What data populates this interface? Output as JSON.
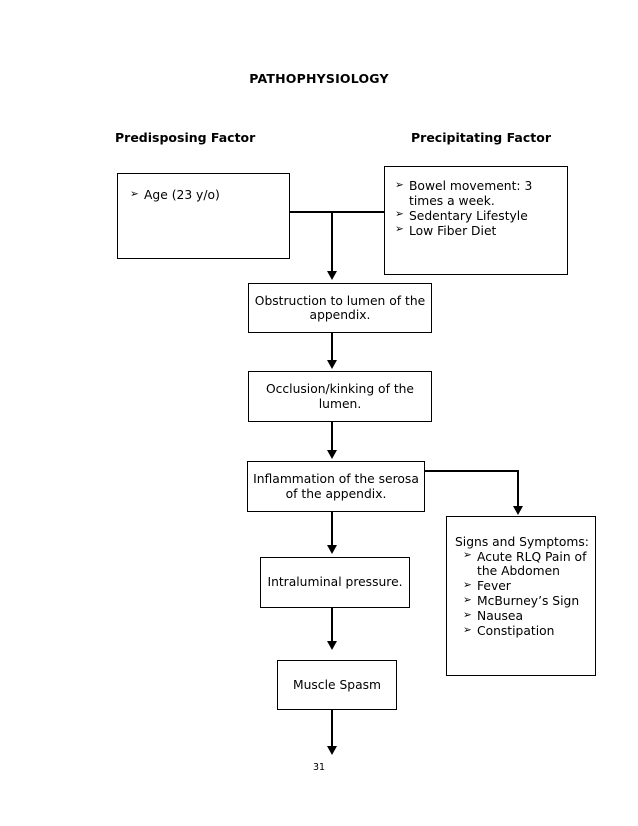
{
  "document": {
    "title": "PATHOPHYSIOLOGY",
    "page_number": "31"
  },
  "columns": {
    "left_header": "Predisposing Factor",
    "right_header": "Precipitating Factor"
  },
  "nodes": {
    "predisposing": {
      "items": [
        "Age (23 y/o)"
      ]
    },
    "precipitating": {
      "items": [
        "Bowel movement: 3 times a week.",
        "Sedentary Lifestyle",
        "Low Fiber Diet"
      ]
    },
    "obstruction": {
      "text": "Obstruction to lumen of the appendix."
    },
    "occlusion": {
      "text": "Occlusion/kinking of the lumen."
    },
    "inflammation": {
      "text": "Inflammation of the serosa of the appendix."
    },
    "intraluminal": {
      "text": "Intraluminal pressure."
    },
    "muscle_spasm": {
      "text": "Muscle Spasm"
    },
    "signs_symptoms": {
      "title": "Signs and Symptoms:",
      "items": [
        "Acute RLQ Pain of the Abdomen",
        "Fever",
        "McBurney’s Sign",
        "Nausea",
        "Constipation"
      ]
    }
  },
  "style": {
    "stroke": "#000000",
    "background": "#ffffff"
  }
}
